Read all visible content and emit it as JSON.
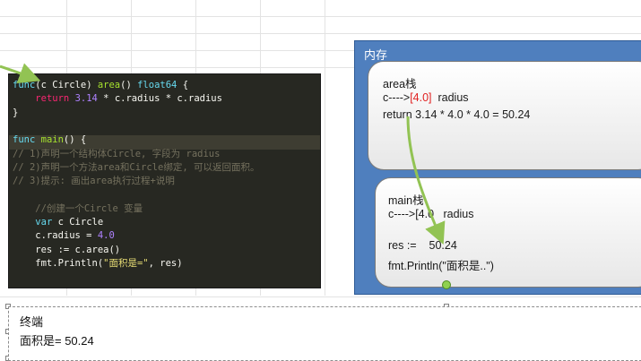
{
  "code": {
    "lines": [
      {
        "parts": [
          [
            "kw",
            "func"
          ],
          [
            "",
            "(c Circle) "
          ],
          [
            "fn",
            "area"
          ],
          [
            "",
            "() "
          ],
          [
            "kw",
            "float64"
          ],
          [
            "",
            " {"
          ]
        ]
      },
      {
        "parts": [
          [
            "",
            "    "
          ],
          [
            "kw2",
            "return"
          ],
          [
            "",
            " "
          ],
          [
            "num",
            "3.14"
          ],
          [
            "",
            " * c.radius * c.radius"
          ]
        ]
      },
      {
        "parts": [
          [
            "",
            "}"
          ]
        ]
      },
      {
        "parts": [
          [
            "",
            ""
          ]
        ]
      },
      {
        "parts": [
          [
            "kw",
            "func"
          ],
          [
            "",
            " "
          ],
          [
            "fn",
            "main"
          ],
          [
            "",
            "() {"
          ]
        ]
      },
      {
        "parts": [
          [
            "cmt",
            "// 1)声明一个结构体Circle, 字段为 radius"
          ]
        ]
      },
      {
        "parts": [
          [
            "cmt",
            "// 2)声明一个方法area和Circle绑定, 可以返回面积。"
          ]
        ]
      },
      {
        "parts": [
          [
            "cmt",
            "// 3)提示: 画出area执行过程+说明"
          ]
        ]
      },
      {
        "parts": [
          [
            "",
            ""
          ]
        ]
      },
      {
        "parts": [
          [
            "cmt",
            "    //创建一个Circle 变量"
          ]
        ]
      },
      {
        "parts": [
          [
            "",
            "    "
          ],
          [
            "kw",
            "var"
          ],
          [
            "",
            " c Circle"
          ]
        ]
      },
      {
        "parts": [
          [
            "",
            "    c.radius = "
          ],
          [
            "num",
            "4.0"
          ]
        ]
      },
      {
        "parts": [
          [
            "",
            "    res := c.area()"
          ]
        ]
      },
      {
        "parts": [
          [
            "",
            "    fmt.Println("
          ],
          [
            "str",
            "\"面积是=\""
          ],
          [
            "",
            ", res)"
          ]
        ]
      }
    ]
  },
  "memory": {
    "title": "内存",
    "area_frame": {
      "title": "area栈",
      "line1_prefix": "c---->",
      "line1_value": "[4.0]",
      "line1_suffix": "  radius",
      "line2": "return 3.14 * 4.0 * 4.0 = 50.24"
    },
    "main_frame": {
      "title": "main栈",
      "line1": "c---->[4.0   radius",
      "line2": "res :=    50.24",
      "line3": "fmt.Println(\"面积是..\")"
    }
  },
  "terminal": {
    "title": "终端",
    "output": "面积是= 50.24"
  },
  "colors": {
    "arrow": "#92c353",
    "memory_bg": "#4f7fbe",
    "code_bg": "#272822"
  }
}
